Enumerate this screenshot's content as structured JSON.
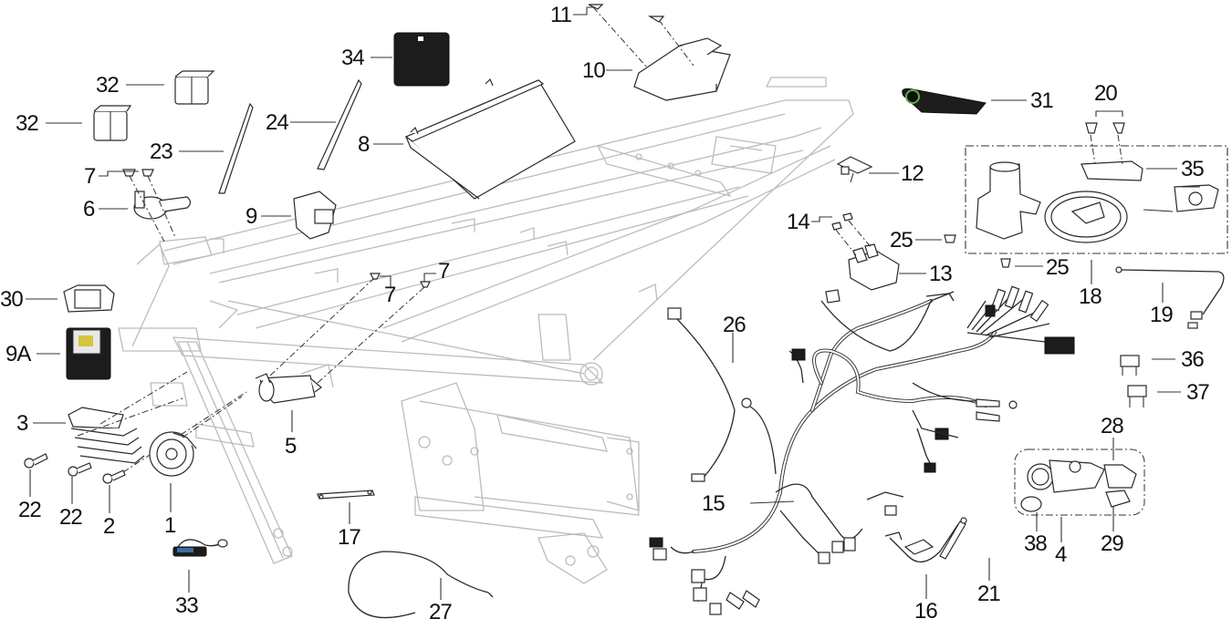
{
  "diagram": {
    "type": "exploded-parts-diagram",
    "subject": "motorcycle frame electrical components",
    "callouts": [
      {
        "id": "c1",
        "label": "1"
      },
      {
        "id": "c2",
        "label": "2"
      },
      {
        "id": "c3",
        "label": "3"
      },
      {
        "id": "c4",
        "label": "4"
      },
      {
        "id": "c5",
        "label": "5"
      },
      {
        "id": "c6",
        "label": "6"
      },
      {
        "id": "c7a",
        "label": "7"
      },
      {
        "id": "c7b",
        "label": "7"
      },
      {
        "id": "c7c",
        "label": "7"
      },
      {
        "id": "c8",
        "label": "8"
      },
      {
        "id": "c9",
        "label": "9"
      },
      {
        "id": "c9a",
        "label": "9A"
      },
      {
        "id": "c10",
        "label": "10"
      },
      {
        "id": "c11",
        "label": "11"
      },
      {
        "id": "c12",
        "label": "12"
      },
      {
        "id": "c13",
        "label": "13"
      },
      {
        "id": "c14",
        "label": "14"
      },
      {
        "id": "c15",
        "label": "15"
      },
      {
        "id": "c16",
        "label": "16"
      },
      {
        "id": "c17",
        "label": "17"
      },
      {
        "id": "c18",
        "label": "18"
      },
      {
        "id": "c19",
        "label": "19"
      },
      {
        "id": "c20",
        "label": "20"
      },
      {
        "id": "c21",
        "label": "21"
      },
      {
        "id": "c22a",
        "label": "22"
      },
      {
        "id": "c22b",
        "label": "22"
      },
      {
        "id": "c23",
        "label": "23"
      },
      {
        "id": "c24",
        "label": "24"
      },
      {
        "id": "c25a",
        "label": "25"
      },
      {
        "id": "c25b",
        "label": "25"
      },
      {
        "id": "c26",
        "label": "26"
      },
      {
        "id": "c27",
        "label": "27"
      },
      {
        "id": "c28",
        "label": "28"
      },
      {
        "id": "c29",
        "label": "29"
      },
      {
        "id": "c30",
        "label": "30"
      },
      {
        "id": "c31",
        "label": "31"
      },
      {
        "id": "c32a",
        "label": "32"
      },
      {
        "id": "c32b",
        "label": "32"
      },
      {
        "id": "c33",
        "label": "33"
      },
      {
        "id": "c34",
        "label": "34"
      },
      {
        "id": "c35",
        "label": "35"
      },
      {
        "id": "c36",
        "label": "36"
      },
      {
        "id": "c37",
        "label": "37"
      },
      {
        "id": "c38",
        "label": "38"
      }
    ]
  }
}
